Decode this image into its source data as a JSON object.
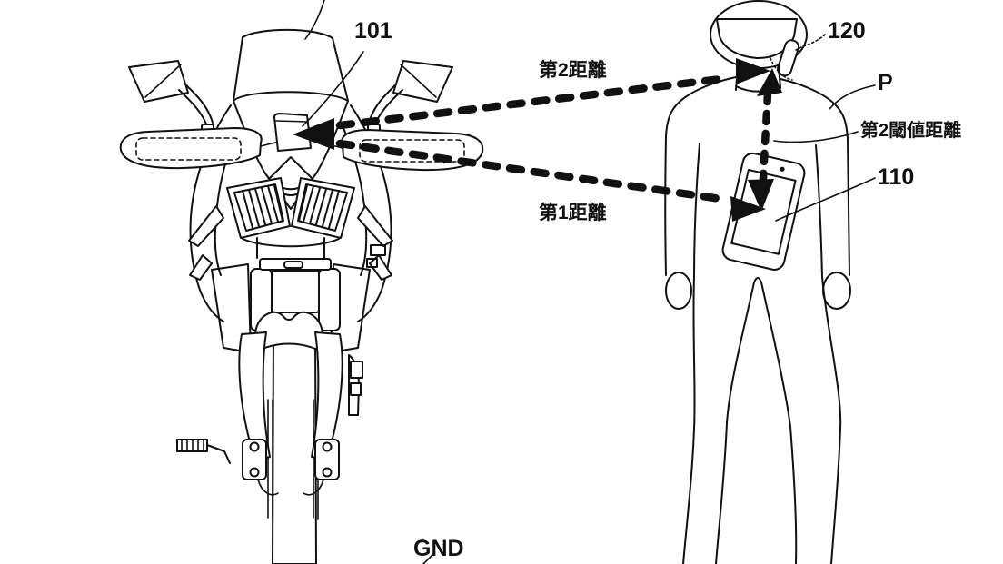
{
  "figure": {
    "colors": {
      "line": "#111111",
      "background": "#ffffff"
    },
    "labels": {
      "ref_101": "101",
      "ref_120": "120",
      "ref_110": "110",
      "person": "P",
      "ground": "GND",
      "distance_1": "第1距離",
      "distance_2": "第2距離",
      "threshold_2": "第2閾値距離"
    }
  }
}
